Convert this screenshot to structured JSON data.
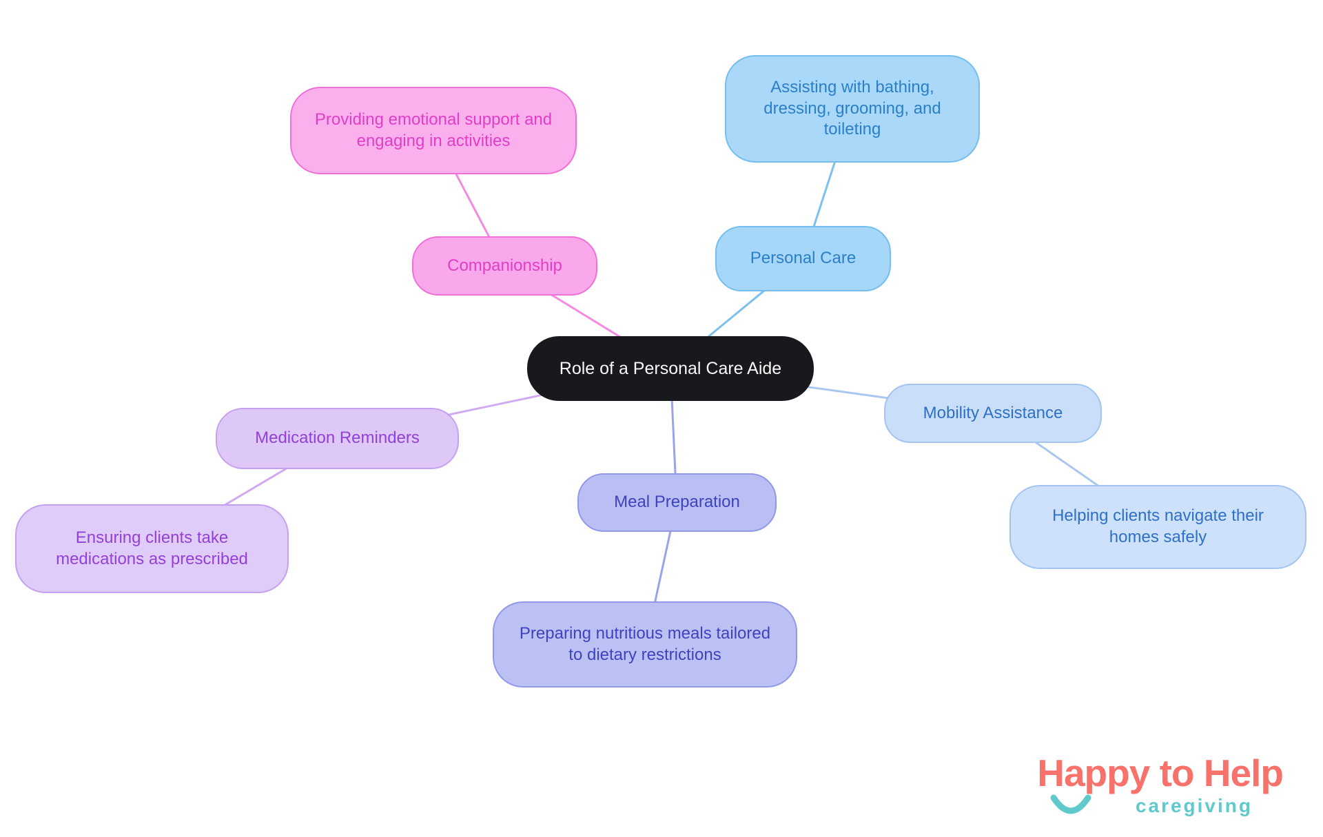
{
  "mindmap": {
    "center": {
      "label": "Role of a Personal Care Aide",
      "bg_color": "#17191d",
      "text_color": "#f7f8f9"
    },
    "branches": [
      {
        "name": "personal-care",
        "label": "Personal Care",
        "detail": "Assisting with bathing, dressing, grooming, and toileting",
        "fill_color": "#a6d7f8",
        "border_color": "#74bdef",
        "text_color": "#2b7fc9",
        "edge_color": "#7cc0ef"
      },
      {
        "name": "mobility-assistance",
        "label": "Mobility Assistance",
        "detail": "Helping clients navigate their homes safely",
        "fill_color": "#c9def9",
        "border_color": "#a3c3f1",
        "text_color": "#2e6fc7",
        "edge_color": "#a9c6f0"
      },
      {
        "name": "meal-preparation",
        "label": "Meal Preparation",
        "detail": "Preparing nutritious meals tailored to dietary restrictions",
        "fill_color": "#b9bef3",
        "border_color": "#9098e9",
        "text_color": "#3d43c0",
        "edge_color": "#9ba2ea"
      },
      {
        "name": "medication-reminders",
        "label": "Medication Reminders",
        "detail": "Ensuring clients take medications as prescribed",
        "fill_color": "#ddc8f7",
        "border_color": "#c6a0f0",
        "text_color": "#9340d8",
        "edge_color": "#cfaaf2"
      },
      {
        "name": "companionship",
        "label": "Companionship",
        "detail": "Providing emotional support and engaging in activities",
        "fill_color": "#f9a9eb",
        "border_color": "#f16fd9",
        "text_color": "#e23ec5",
        "edge_color": "#f48ae0"
      }
    ]
  },
  "logo": {
    "brand": "Happy to Help",
    "tagline": "caregiving",
    "brand_color": "#f8726b",
    "tagline_color": "#5fc9cc"
  }
}
